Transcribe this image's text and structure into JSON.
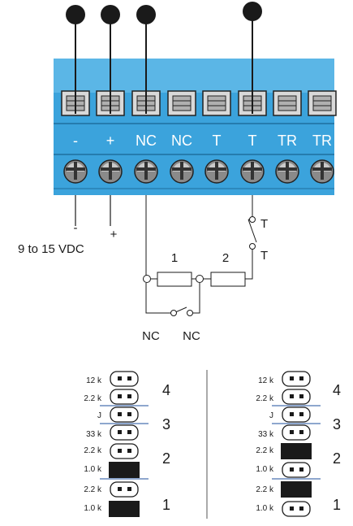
{
  "terminal_block": {
    "labels": [
      "-",
      "+",
      "NC",
      "NC",
      "T",
      "T",
      "TR",
      "TR"
    ],
    "colors": {
      "body": "#3ba3dc",
      "top": "#5bb6e6",
      "screw": "#8a8a8a",
      "wire_dot": "#1a1a1a"
    }
  },
  "wiring": {
    "power_minus": "-",
    "power_plus": "+",
    "power_label": "9 to 15 VDC",
    "tamper_top": "T",
    "tamper_bottom": "T",
    "resistor_1": "1",
    "resistor_2": "2",
    "nc_left": "NC",
    "nc_right": "NC"
  },
  "jumper_panels": [
    {
      "values": [
        "12 k",
        "2.2 k",
        "J",
        "33 k",
        "2.2 k",
        "1.0 k",
        "2.2 k",
        "1.0 k"
      ],
      "groups": [
        "4",
        "3",
        "2",
        "1"
      ]
    },
    {
      "values": [
        "12 k",
        "2.2 k",
        "J",
        "33 k",
        "2.2 k",
        "1.0 k",
        "2.2 k",
        "1.0 k"
      ],
      "groups": [
        "4",
        "3",
        "2",
        "1"
      ]
    }
  ]
}
